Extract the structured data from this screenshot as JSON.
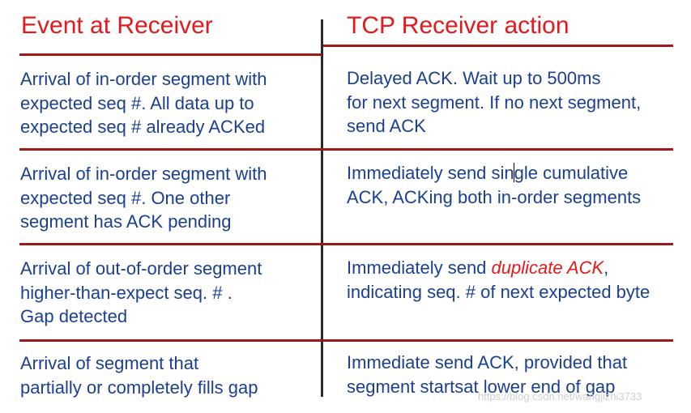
{
  "header": {
    "left": "Event at Receiver",
    "right": "TCP Receiver action"
  },
  "rows": [
    {
      "event": [
        "Arrival of in-order segment with",
        "expected seq #. All data up to",
        "expected seq # already ACKed"
      ],
      "action": [
        "Delayed ACK. Wait up to 500ms",
        "for next segment. If no next segment,",
        "send ACK"
      ]
    },
    {
      "event": [
        "Arrival of in-order segment with",
        "expected seq #. One other",
        "segment has ACK pending"
      ],
      "action": [
        "Immediately send sin",
        "gle cumulative",
        "ACK, ACKing both in-order segments"
      ]
    },
    {
      "event": [
        "Arrival of out-of-order segment",
        "higher-than-expect seq. # .",
        "Gap detected"
      ],
      "action": [
        "Immediately send ",
        "duplicate ACK",
        ",",
        "indicating seq. # of next expected byte"
      ]
    },
    {
      "event": [
        "Arrival of segment that",
        "partially or completely fills gap"
      ],
      "action": [
        "Immediate send ACK, provided that",
        "segment startsat lower end of gap"
      ]
    }
  ],
  "watermark": "https://blog.csdn.net/wangjizhi3733",
  "colors": {
    "header_red": "#e3191b",
    "body_blue": "#1a3f93",
    "rule_red": "#9b1a1a",
    "divider": "#2a2a2a"
  }
}
